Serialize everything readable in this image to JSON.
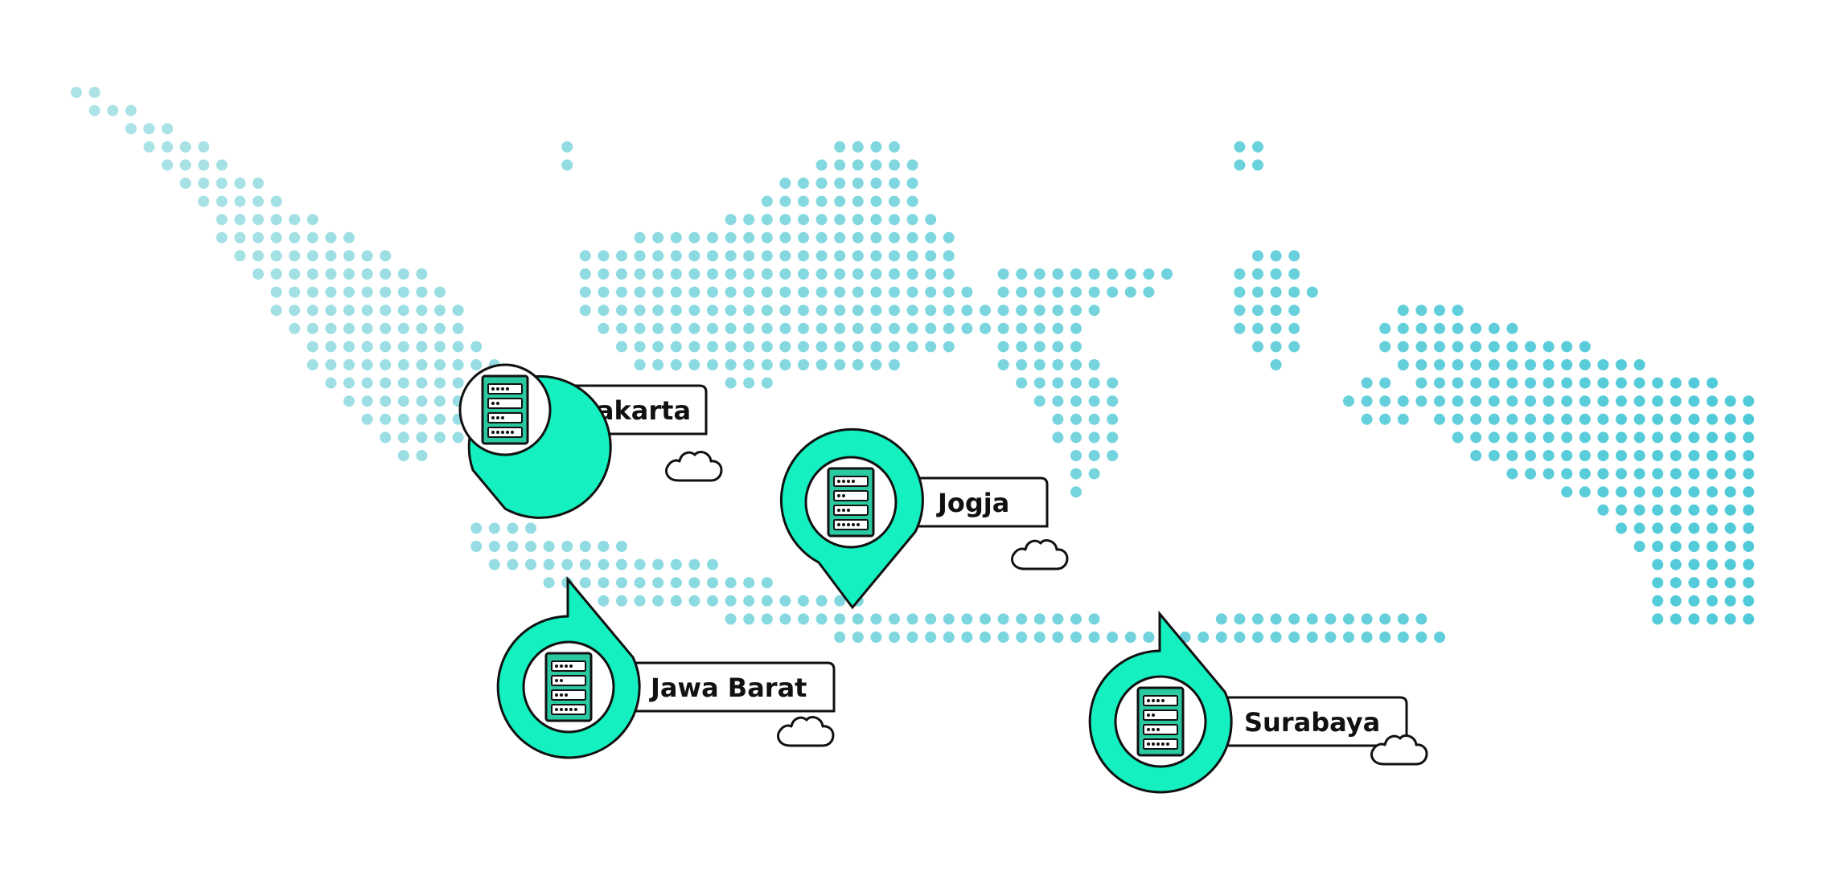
{
  "map": {
    "colors": {
      "dot_west": "#aee3e6",
      "dot_east": "#4fcad8",
      "pin_fill": "#14f0bf",
      "outline": "#111111",
      "server_fill": "#2ac9a1",
      "background": "#ffffff"
    },
    "locations": [
      {
        "name": "Jakarta",
        "icon": "server-icon",
        "secondary_icon": "cloud-icon"
      },
      {
        "name": "Jogja",
        "icon": "server-icon",
        "secondary_icon": "cloud-icon"
      },
      {
        "name": "Jawa Barat",
        "icon": "server-icon",
        "secondary_icon": "cloud-icon"
      },
      {
        "name": "Surabaya",
        "icon": "server-icon",
        "secondary_icon": "cloud-icon"
      }
    ]
  }
}
